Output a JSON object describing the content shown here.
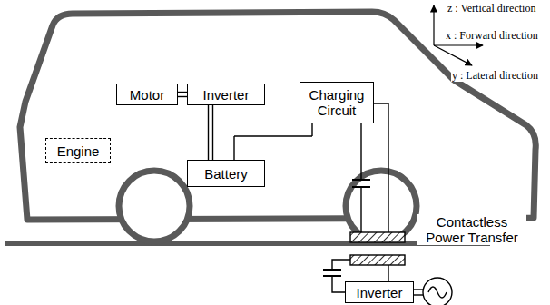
{
  "diagram": {
    "nodes": [
      {
        "text": [
          "Motor"
        ]
      },
      {
        "text": [
          "Inverter"
        ]
      },
      {
        "text": [
          "Charging Circuit"
        ]
      },
      {
        "text": [
          "Engine"
        ]
      },
      {
        "text": [
          "Battery"
        ]
      },
      {
        "text": [
          "Inverter"
        ]
      }
    ],
    "edges": [
      {
        "from": 0,
        "to": 1,
        "arrow": "none"
      },
      {
        "from": 1,
        "to": 4,
        "arrow": "none"
      },
      {
        "from": 4,
        "to": 2,
        "arrow": "none"
      }
    ],
    "labels": [
      "z : Vertical direction",
      "x : Forward direction",
      "y : Lateral direction",
      "Contactless Power Transfer"
    ]
  }
}
